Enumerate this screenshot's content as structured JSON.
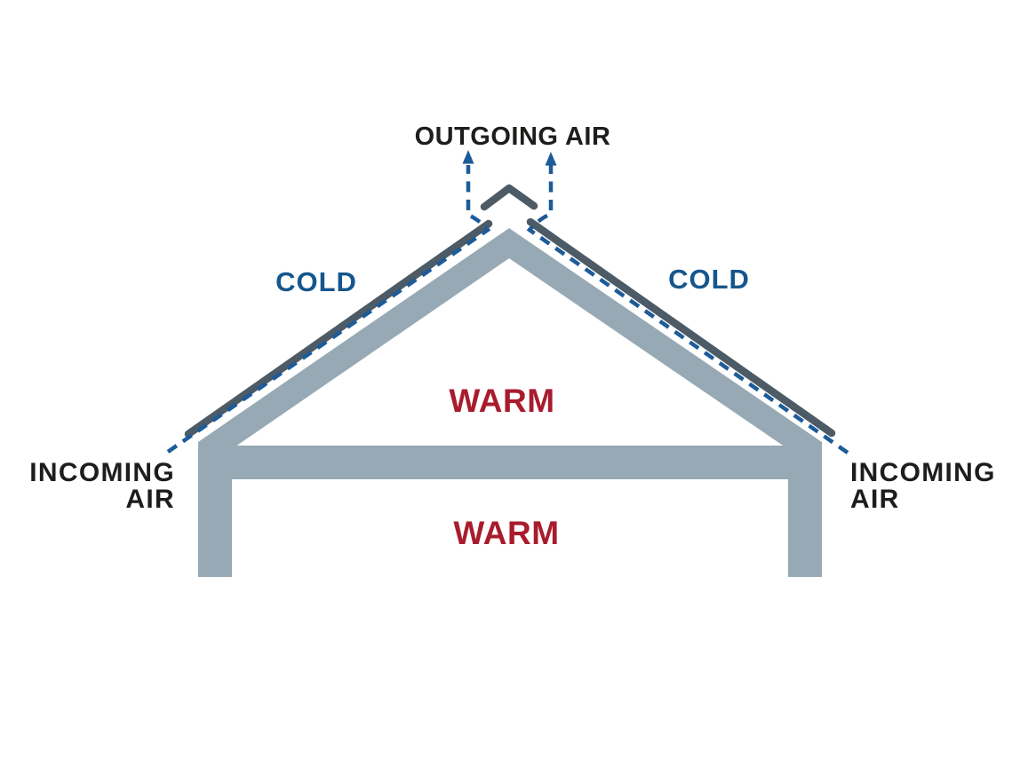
{
  "diagram": {
    "type": "roof-ventilation-cross-section",
    "labels": {
      "outgoing_air": "OUTGOING AIR",
      "cold_left": "COLD",
      "cold_right": "COLD",
      "warm_attic": "WARM",
      "warm_room": "WARM",
      "incoming_air_left": {
        "line1": "INCOMING",
        "line2": "AIR"
      },
      "incoming_air_right": {
        "line1": "INCOMING",
        "line2": "AIR"
      }
    },
    "icons": {
      "outgoing_arrow_left": "up-arrow",
      "outgoing_arrow_right": "up-arrow"
    },
    "colors": {
      "background": "#ffffff",
      "structure_gray": "#96a9b4",
      "roof_dark": "#4c5b65",
      "airflow_blue": "#1d5b99",
      "cold_text_blue": "#15568d",
      "warm_text_red": "#a81c2e",
      "label_text_black": "#1d1d1b"
    }
  }
}
